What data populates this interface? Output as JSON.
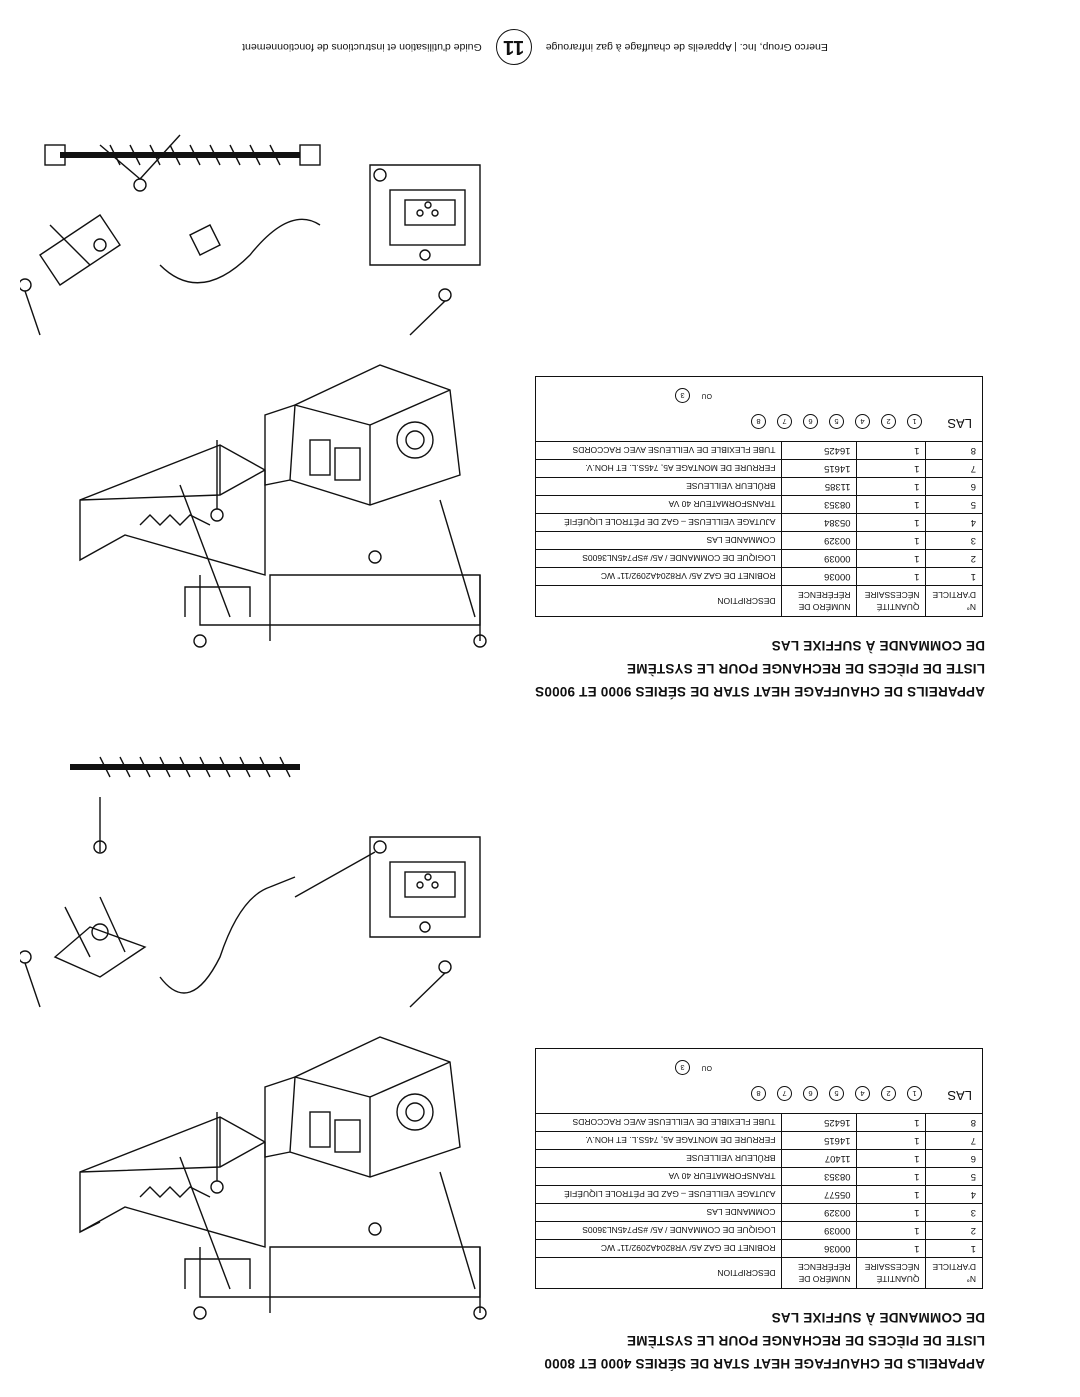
{
  "header": {
    "left_text": "Enerco Group, Inc. | Appareils de chauffage à gaz infrarouge",
    "page_number": "11",
    "right_text": "Guide d'utilisation et instructions de fonctionnement"
  },
  "sections": [
    {
      "title_lines": [
        "APPAREILS DE CHAUFFAGE HEAT STAR DE SÉRIES 9000 ET 9000S",
        "LISTE DE PIÈCES DE RECHANGE POUR LE SYSTÈME",
        "DE COMMANDE À SUFFIXE LAS"
      ],
      "table": {
        "headers": [
          "N° D'ARTICLE",
          "QUANTITÉ NÉCESSAIRE",
          "NUMÉRO DE RÉFÉRENCE",
          "DESCRIPTION"
        ],
        "rows": [
          {
            "num": "1",
            "qty": "1",
            "ref": "00036",
            "desc": "ROBINET DE GAZ A5/ VR8204A2092/11\" WC"
          },
          {
            "num": "2",
            "qty": "1",
            "ref": "00039",
            "desc": "LOGIQUE DE COMMANDE / A5/ #SP745NL3600S"
          },
          {
            "num": "3",
            "qty": "1",
            "ref": "00329",
            "desc": "COMMANDE LAS"
          },
          {
            "num": "4",
            "qty": "1",
            "ref": "05384",
            "desc": "AJUTAGE VEILLEUSE – GAZ DE PÉTROLE LIQUÉFIÉ"
          },
          {
            "num": "5",
            "qty": "1",
            "ref": "08353",
            "desc": "TRANSFORMATEUR 40 VA"
          },
          {
            "num": "6",
            "qty": "1",
            "ref": "11385",
            "desc": "BRÛLEUR VEILLEUSE"
          },
          {
            "num": "7",
            "qty": "1",
            "ref": "14615",
            "desc": "FERRURE DE MONTAGE A5, 745S.L. ET HON.V."
          },
          {
            "num": "8",
            "qty": "1",
            "ref": "16425",
            "desc": "TUBE FLEXIBLE DE VEILLEUSE AVEC RACCORDS"
          }
        ]
      },
      "diagram": {
        "label": "LAS",
        "numbers": [
          "1",
          "2",
          "4",
          "5",
          "6",
          "7",
          "8"
        ],
        "alt_number": "3",
        "ou": "ou"
      }
    },
    {
      "title_lines": [
        "APPAREILS DE CHAUFFAGE HEAT STAR DE SÉRIES 4000 ET 8000",
        "LISTE DE PIÈCES DE RECHANGE POUR LE SYSTÈME",
        "DE COMMANDE À SUFFIXE LAS"
      ],
      "table": {
        "headers": [
          "N° D'ARTICLE",
          "QUANTITÉ NÉCESSAIRE",
          "NUMÉRO DE RÉFÉRENCE",
          "DESCRIPTION"
        ],
        "rows": [
          {
            "num": "1",
            "qty": "1",
            "ref": "00036",
            "desc": "ROBINET DE GAZ A5/ VR8204A2092/11\" WC"
          },
          {
            "num": "2",
            "qty": "1",
            "ref": "00039",
            "desc": "LOGIQUE DE COMMANDE / A5/ #SP745NL3600S"
          },
          {
            "num": "3",
            "qty": "1",
            "ref": "00329",
            "desc": "COMMANDE LAS"
          },
          {
            "num": "4",
            "qty": "1",
            "ref": "05577",
            "desc": "AJUTAGE VEILLEUSE – GAZ DE PÉTROLE LIQUÉFIÉ"
          },
          {
            "num": "5",
            "qty": "1",
            "ref": "08353",
            "desc": "TRANSFORMATEUR 40 VA"
          },
          {
            "num": "6",
            "qty": "1",
            "ref": "11407",
            "desc": "BRÛLEUR VEILLEUSE"
          },
          {
            "num": "7",
            "qty": "1",
            "ref": "14615",
            "desc": "FERRURE DE MONTAGE A5, 745S.L. ET HON.V."
          },
          {
            "num": "8",
            "qty": "1",
            "ref": "16425",
            "desc": "TUBE FLEXIBLE DE VEILLEUSE AVEC RACCORDS"
          }
        ]
      },
      "diagram": {
        "label": "LAS",
        "numbers": [
          "1",
          "2",
          "4",
          "5",
          "6",
          "7",
          "8"
        ],
        "alt_number": "3",
        "ou": "ou"
      }
    }
  ],
  "callouts": [
    "1",
    "2",
    "3",
    "4",
    "5",
    "6",
    "7",
    "8"
  ]
}
